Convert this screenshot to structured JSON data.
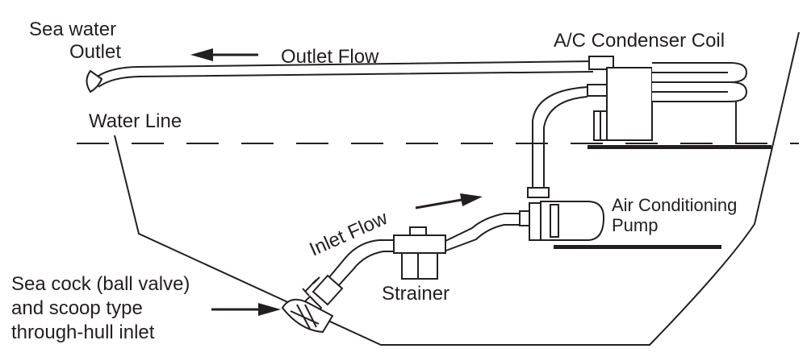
{
  "labels": {
    "sea_water_outlet_line1": "Sea water",
    "sea_water_outlet_line2": "Outlet",
    "outlet_flow": "Outlet Flow",
    "condenser_coil": "A/C Condenser Coil",
    "water_line": "Water Line",
    "pump_line1": "Air Conditioning",
    "pump_line2": "Pump",
    "inlet_flow": "Inlet Flow",
    "strainer": "Strainer",
    "sea_cock_line1": "Sea cock (ball valve)",
    "sea_cock_line2": "and scoop type",
    "sea_cock_line3": "through-hull inlet"
  },
  "colors": {
    "ink": "#231f20",
    "background": "#ffffff"
  }
}
